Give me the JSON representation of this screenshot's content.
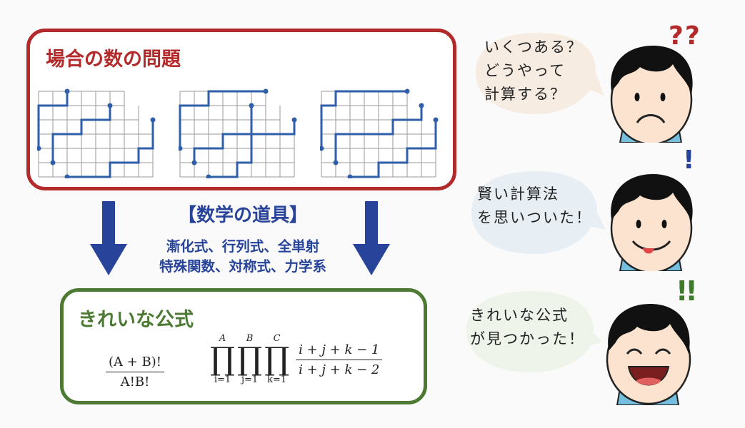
{
  "problem": {
    "title": "場合の数の問題"
  },
  "tools": {
    "heading": "【数学の道具】",
    "line1": "漸化式、行列式、全単射",
    "line2": "特殊関数、対称式、力学系"
  },
  "formula_box": {
    "title": "きれいな公式",
    "frac1_num": "(A + B)!",
    "frac1_den": "A!B!",
    "prods": [
      {
        "sup": "A",
        "sub": "i=1"
      },
      {
        "sup": "B",
        "sub": "j=1"
      },
      {
        "sup": "C",
        "sub": "k=1"
      }
    ],
    "frac2_num": "i + j + k − 1",
    "frac2_den": "i + j + k − 2"
  },
  "bubbles": [
    {
      "lines": [
        "いくつある？",
        "どうやって",
        "計算する？"
      ]
    },
    {
      "lines": [
        "賢い計算法",
        "を思いついた！"
      ]
    },
    {
      "lines": [
        "きれいな公式",
        "が見つかった！"
      ]
    }
  ],
  "marks": {
    "question": "??",
    "idea": "!",
    "found": "!!"
  },
  "colors": {
    "red": "#b32a2b",
    "green": "#4d7a32",
    "blue": "#27439a",
    "path": "#2f5fa8",
    "mark": "#b32a2b",
    "mark_green": "#3e7a2a"
  }
}
